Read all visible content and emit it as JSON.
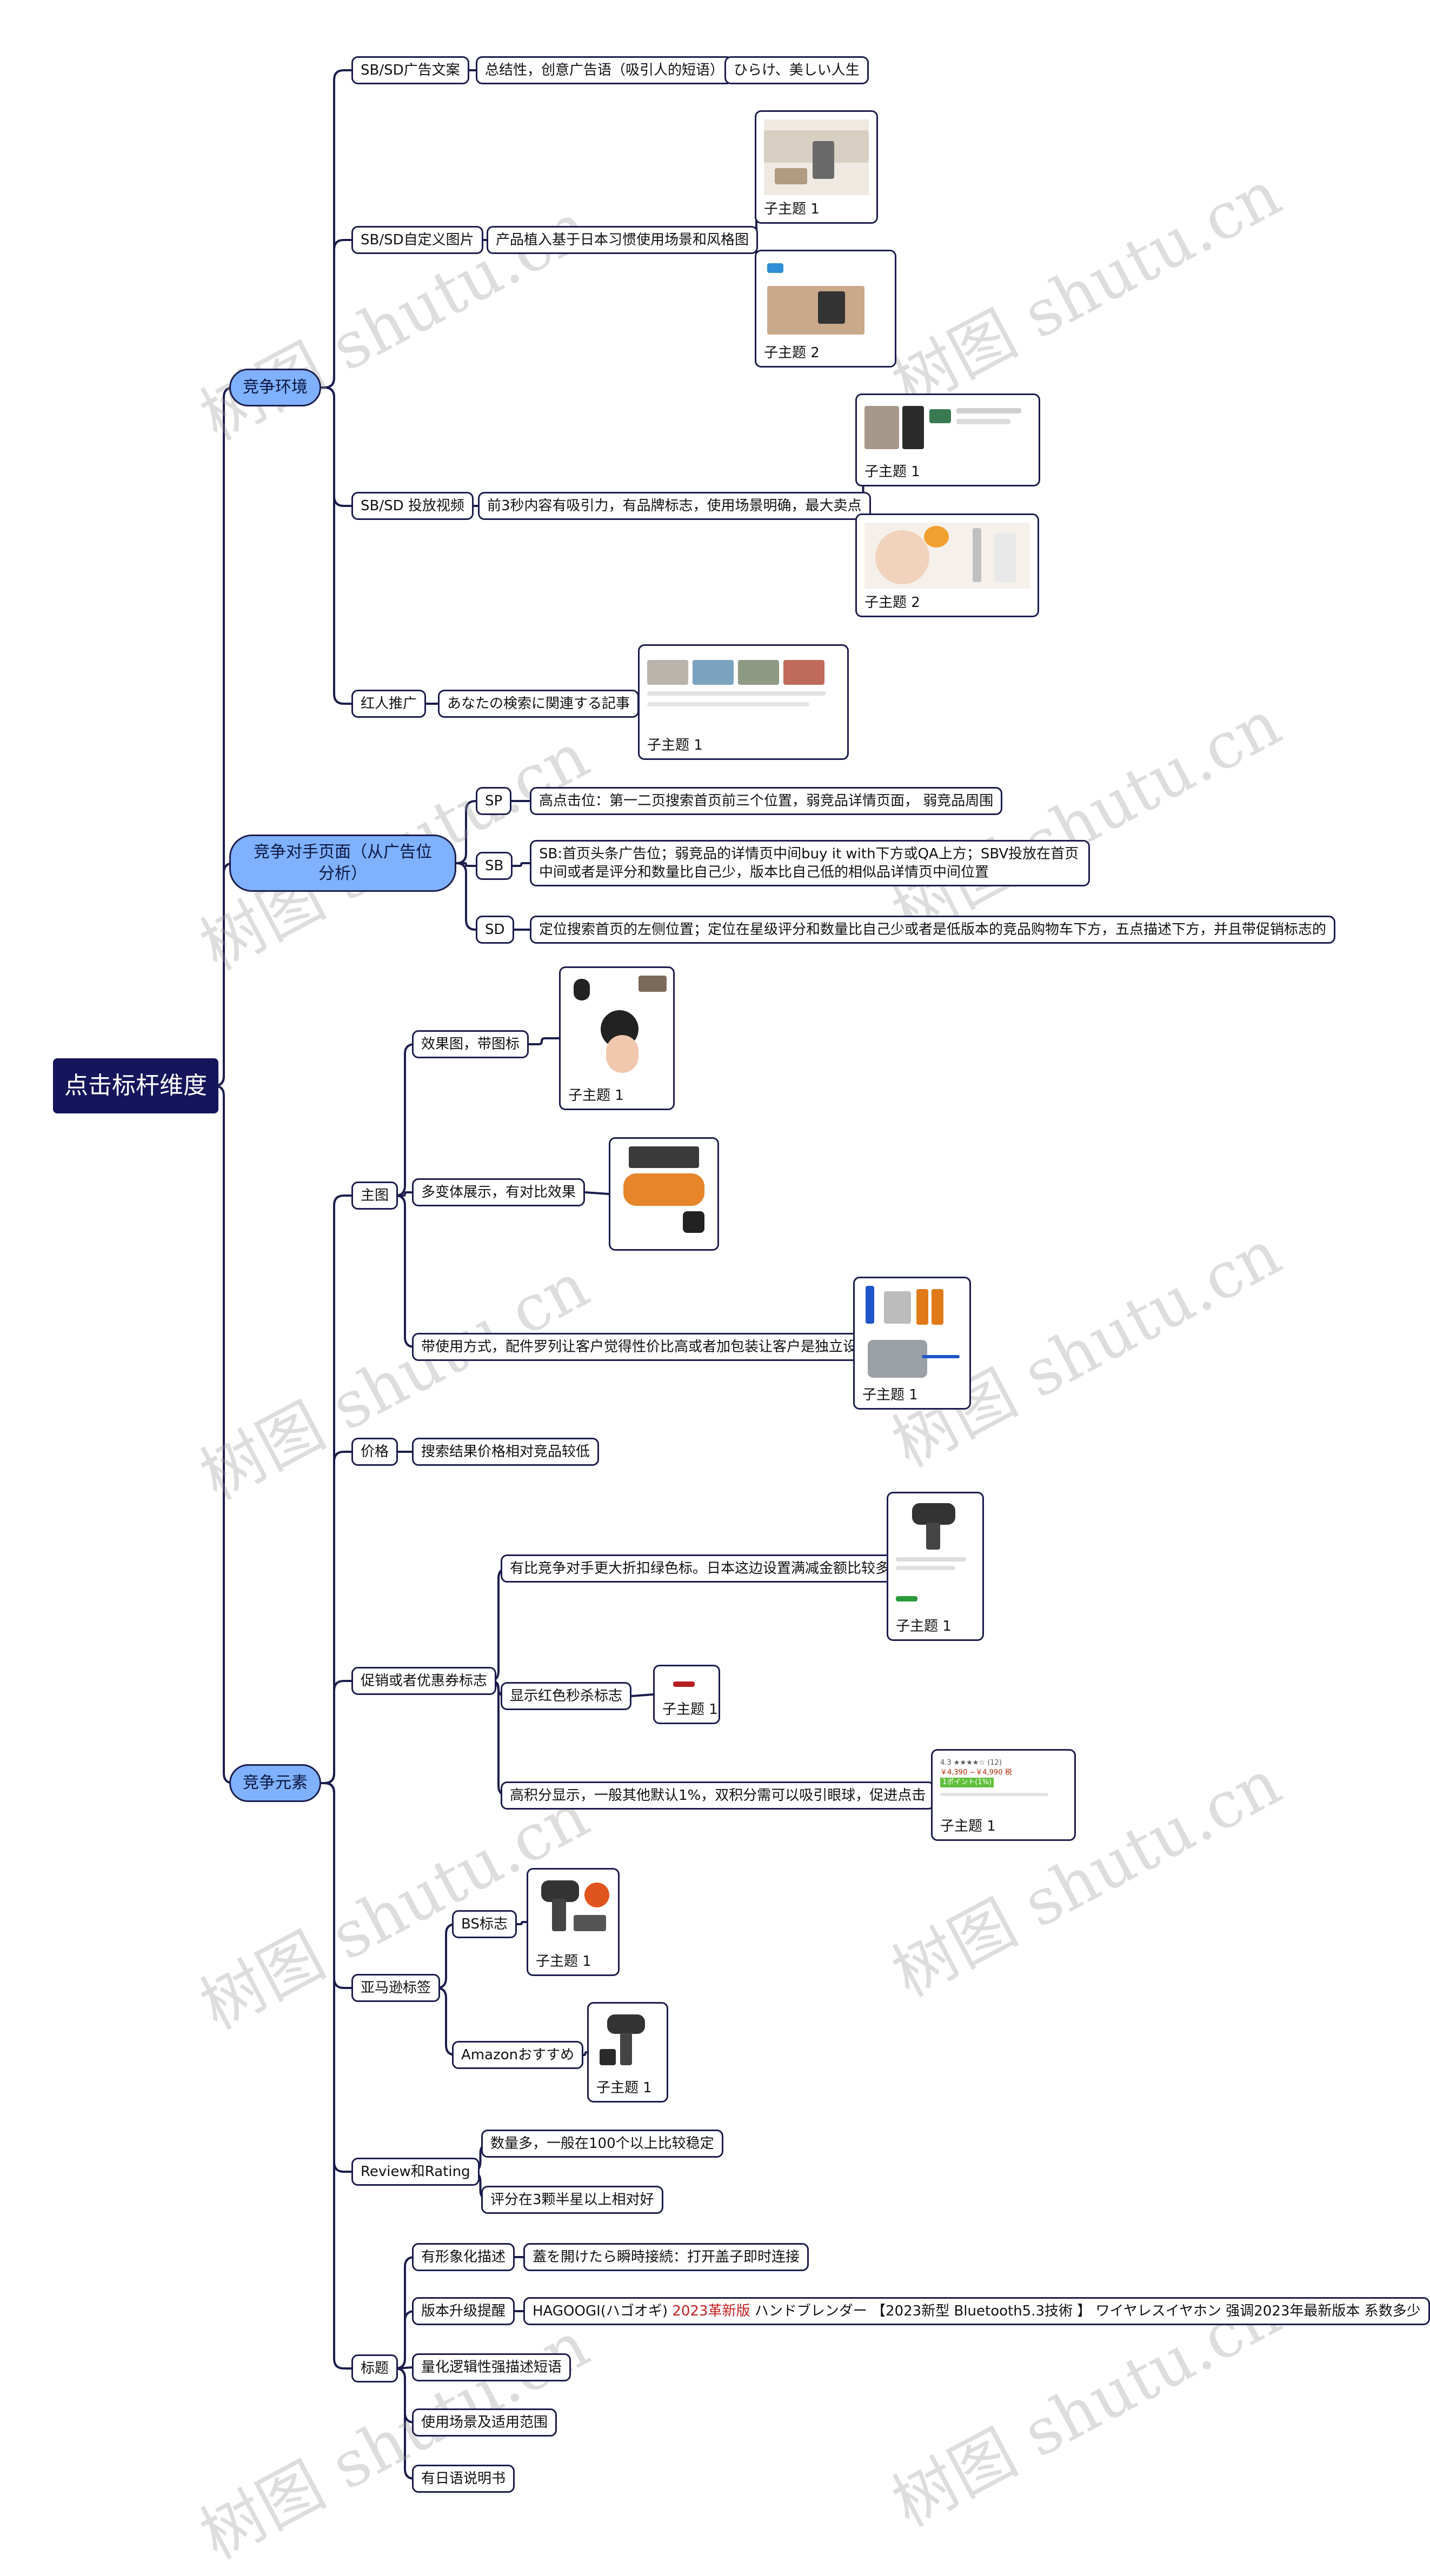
{
  "root": "点击标杆维度",
  "watermark": "树图 shutu.cn",
  "branches": {
    "env": {
      "label": "竞争环境",
      "sbsd_ad": {
        "label": "SB/SD广告文案",
        "child": "总结性，创意广告语（吸引人的短语）",
        "grandchild": "ひらけ、美しい人生"
      },
      "sbsd_img": {
        "label": "SB/SD自定义图片",
        "child": "产品植入基于日本习惯使用场景和风格图",
        "cards": [
          "子主题 1",
          "子主题 2"
        ]
      },
      "sbsd_video": {
        "label": "SB/SD 投放视频",
        "child": "前3秒内容有吸引力，有品牌标志，使用场景明确，最大卖点",
        "cards": [
          "子主题 1",
          "子主题 2"
        ]
      },
      "influencer": {
        "label": "红人推广",
        "child": "あなたの検索に関連する記事",
        "cards": [
          "子主题 1"
        ]
      }
    },
    "rival": {
      "label": "竞争对手页面（从广告位分析）",
      "items": [
        {
          "tag": "SP",
          "text": "高点击位：第一二页搜索首页前三个位置，弱竞品详情页面， 弱竞品周围"
        },
        {
          "tag": "SB",
          "text": "SB:首页头条广告位；弱竞品的详情页中间buy it with下方或QA上方；SBV投放在首页中间或者是评分和数量比自己少，版本比自己低的相似品详情页中间位置"
        },
        {
          "tag": "SD",
          "text": "定位搜索首页的左侧位置；定位在星级评分和数量比自己少或者是低版本的竞品购物车下方，五点描述下方，并且带促销标志的"
        }
      ]
    },
    "elements": {
      "label": "竞争元素",
      "main_img": {
        "label": "主图",
        "items": [
          {
            "text": "效果图，带图标",
            "card": "子主题 1"
          },
          {
            "text": "多变体展示，有对比效果",
            "card": ""
          },
          {
            "text": "带使用方式，配件罗列让客户觉得性价比高或者加包装让客户是独立设计",
            "card": "子主题 1"
          }
        ]
      },
      "price": {
        "label": "价格",
        "child": "搜索结果价格相对竞品较低"
      },
      "promo": {
        "label": "促销或者优惠券标志",
        "items": [
          {
            "text": "有比竞争对手更大折扣绿色标。日本这边设置满减金额比较多",
            "card": "子主题 1"
          },
          {
            "text": "显示红色秒杀标志",
            "card": "子主题 1"
          },
          {
            "text": "高积分显示，一般其他默认1%，双积分需可以吸引眼球，促进点击",
            "card": "子主题 1"
          }
        ],
        "rating_mock": {
          "stars": "4.3 ★★★★☆ (12)",
          "price": "￥4,390 ~￥4,990 税",
          "points": "1ポイント(1%)"
        }
      },
      "amazon": {
        "label": "亚马逊标签",
        "items": [
          {
            "text": "BS标志",
            "card": "子主题 1"
          },
          {
            "text": "Amazonおすすめ",
            "card": "子主题 1"
          }
        ]
      },
      "review": {
        "label": "Review和Rating",
        "items": [
          "数量多，一般在100个以上比较稳定",
          "评分在3颗半星以上相对好"
        ]
      },
      "title": {
        "label": "标题",
        "items": [
          {
            "text": "有形象化描述",
            "child": "蓋を開けたら瞬時接続：打开盖子即时连接"
          },
          {
            "text": "版本升级提醒",
            "child_a": "HAGOOGI(ハゴオギ) ",
            "child_red": "2023革新版",
            "child_b": " ハンドブレンダー 【2023新型 Bluetooth5.3技術 】 ワイヤレスイヤホン 强调2023年最新版本 系数多少"
          },
          {
            "text": "量化逻辑性强描述短语"
          },
          {
            "text": "使用场景及适用范围"
          },
          {
            "text": "有日语说明书"
          }
        ]
      }
    }
  },
  "colors": {
    "line": "#1c1d4d",
    "main_fill": "#7fb1ff",
    "root_fill": "#15155c",
    "accent_red": "#c22020"
  }
}
